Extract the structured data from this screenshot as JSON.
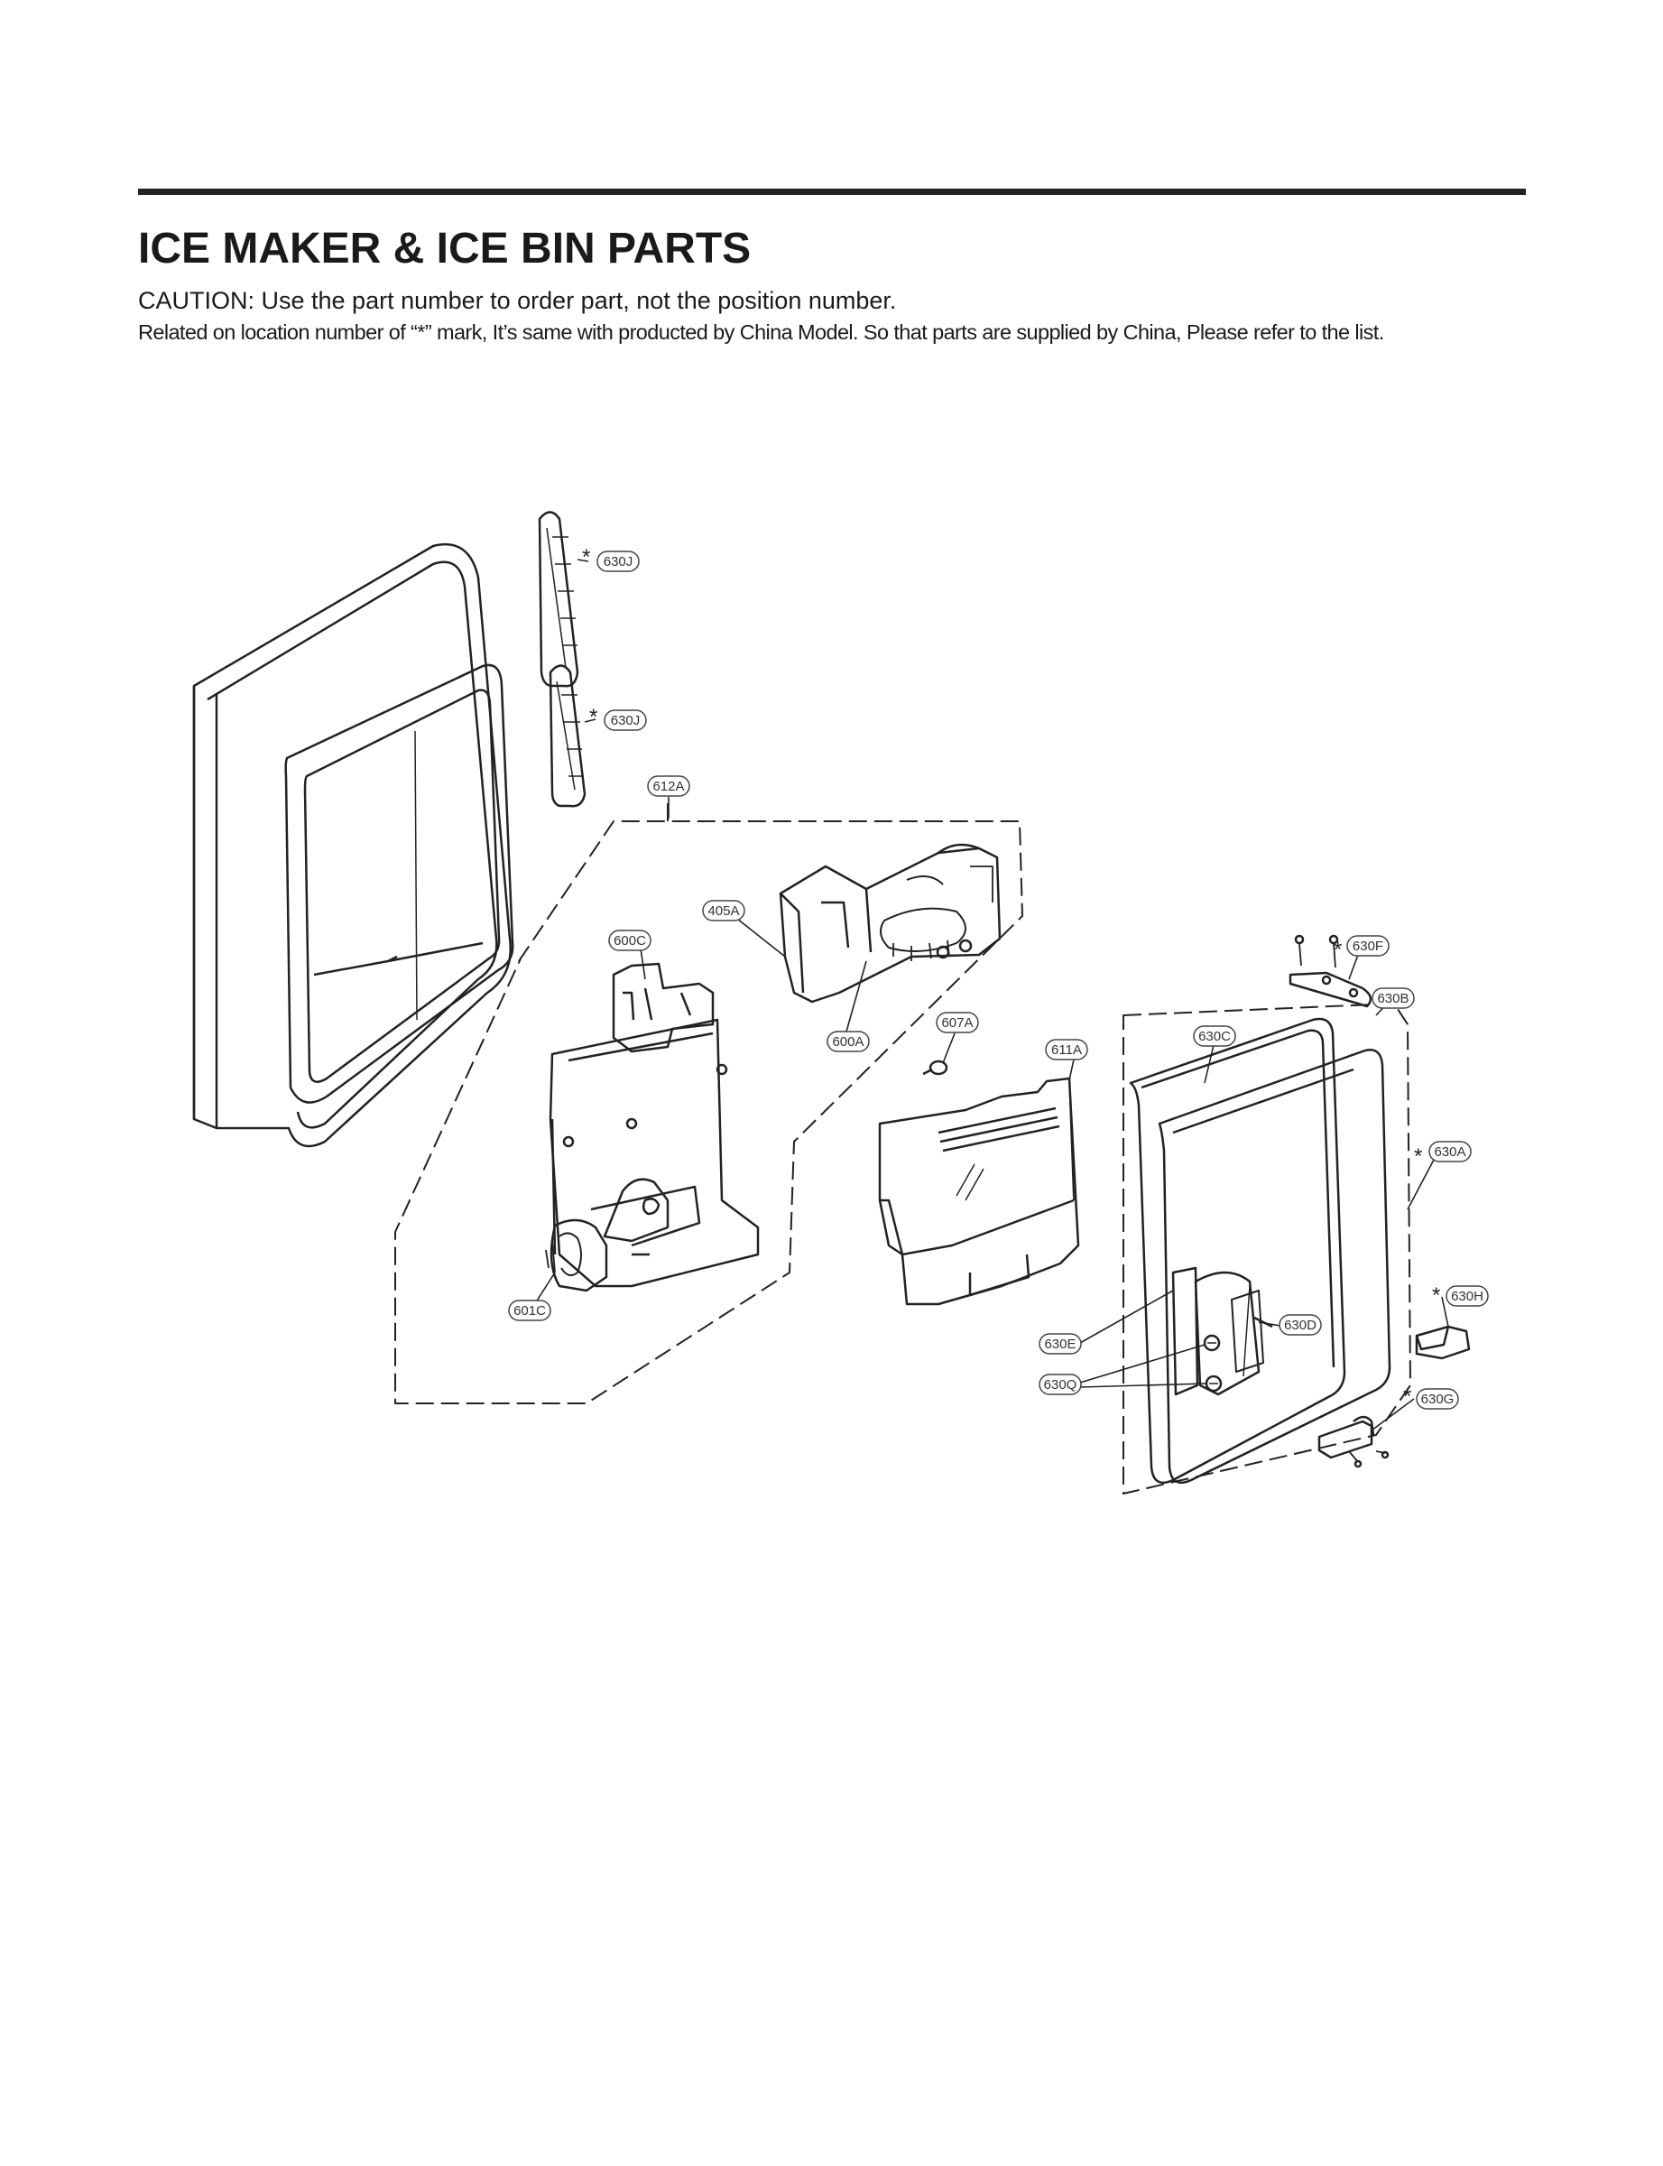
{
  "header": {
    "title": "ICE MAKER & ICE BIN PARTS",
    "caution": "CAUTION: Use the part number to order part, not the position number.",
    "note": "Related on location number of “*” mark, It’s same with producted by China Model. So that parts are supplied by China, Please refer to the list."
  },
  "callouts": {
    "p630J_upper": "630J",
    "p630J_lower": "630J",
    "p612A": "612A",
    "p405A": "405A",
    "p600C": "600C",
    "p600A": "600A",
    "p607A": "607A",
    "p611A": "611A",
    "p630F": "630F",
    "p630B": "630B",
    "p630C": "630C",
    "p630A": "630A",
    "p630H": "630H",
    "p630D": "630D",
    "p630E": "630E",
    "p630Q": "630Q",
    "p630G": "630G",
    "p601C": "601C"
  },
  "star_mark": "*",
  "colors": {
    "line": "#222222",
    "callout_border": "#444444",
    "text": "#1a1a1a"
  }
}
